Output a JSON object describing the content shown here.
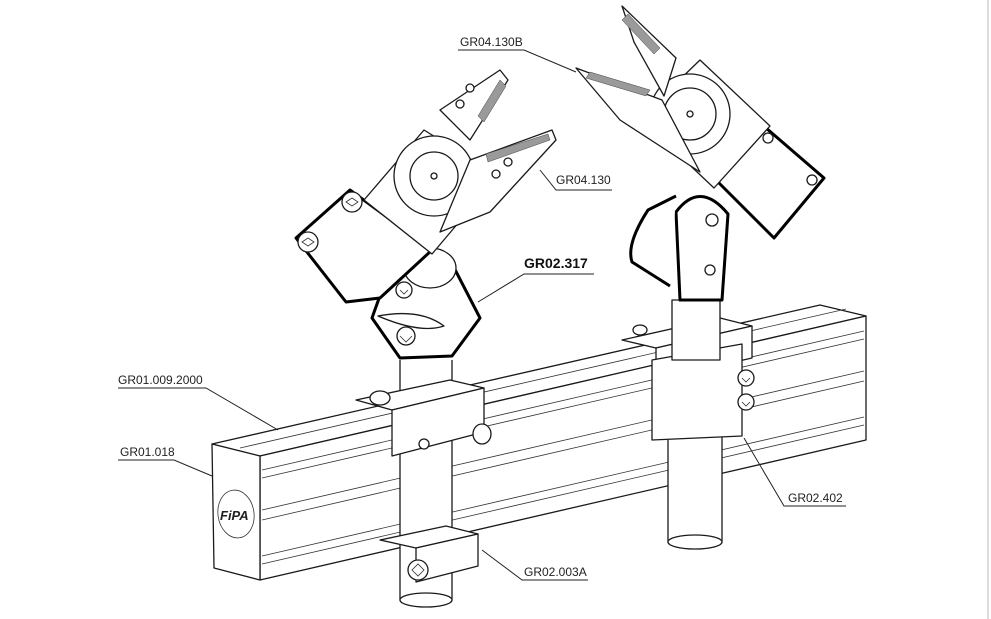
{
  "labels": {
    "jaw_gripper_b": "GR04.130B",
    "jaw_gripper": "GR04.130",
    "wrist_joint": "GR02.317",
    "profile_rail": "GR01.009.2000",
    "end_cap": "GR01.018",
    "mount_clamp": "GR02.402",
    "cross_clamp": "GR02.003A"
  },
  "logo_text": "FiPA"
}
